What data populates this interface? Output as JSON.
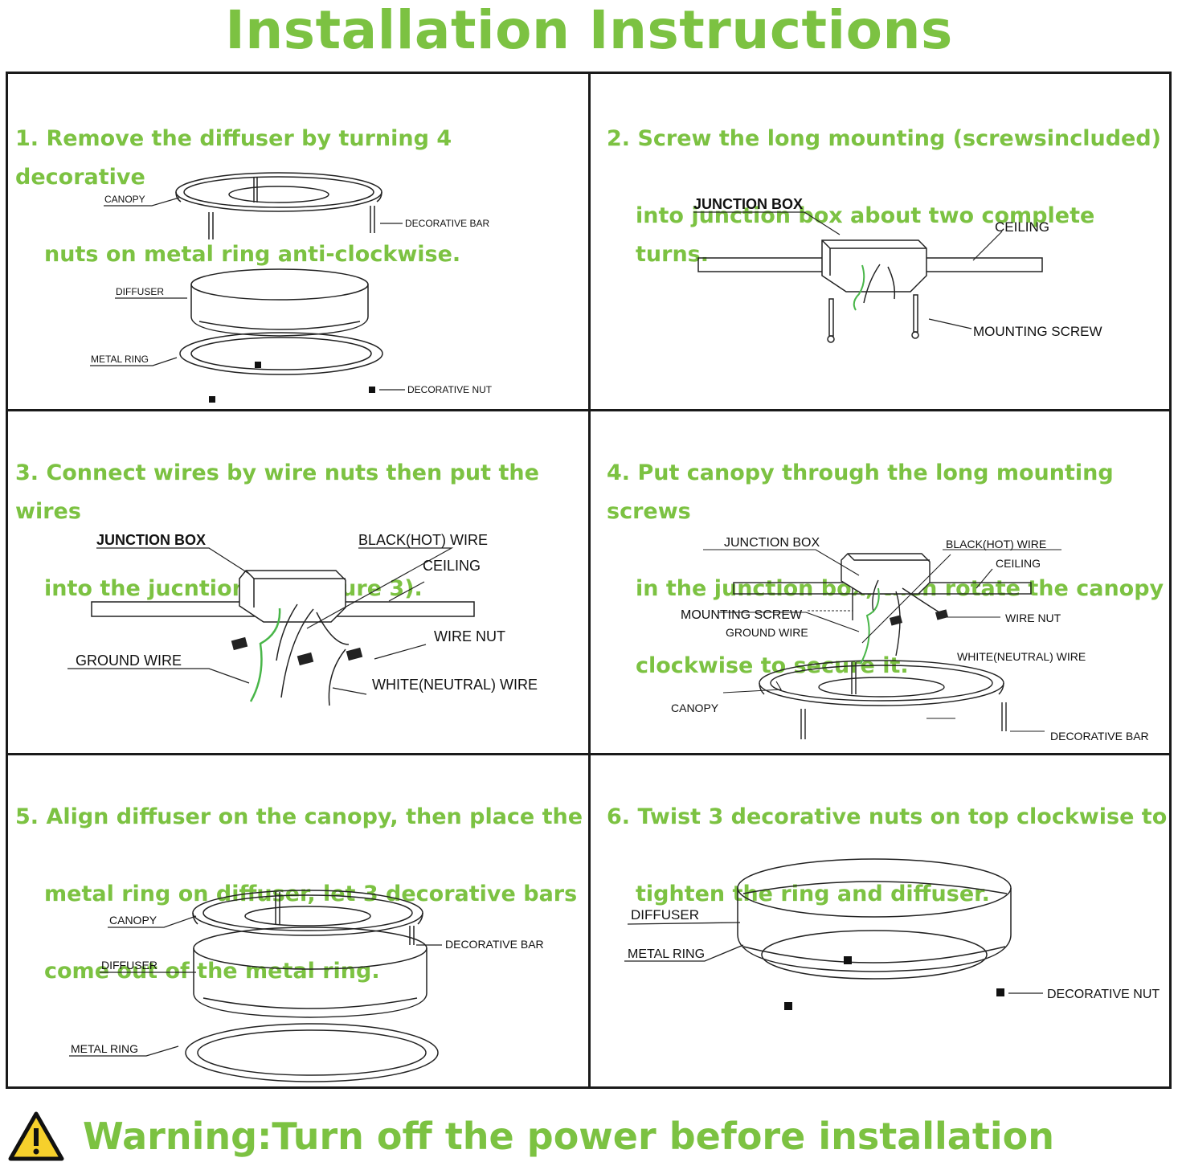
{
  "title": "Installation Instructions",
  "steps": [
    {
      "lines": [
        "1. Remove the diffuser by turning 4 decorative",
        "nuts on metal ring anti-clockwise."
      ],
      "labels": {
        "canopy": "CANOPY",
        "decorative_bar": "DECORATIVE BAR",
        "diffuser": "DIFFUSER",
        "metal_ring": "METAL RING",
        "decorative_nut": "DECORATIVE NUT"
      }
    },
    {
      "lines": [
        "2. Screw the long mounting (screwsincluded)",
        "into junction box about two complete turns."
      ],
      "labels": {
        "junction_box": "JUNCTION BOX",
        "ceiling": "CEILING",
        "mounting_screw": "MOUNTING SCREW"
      }
    },
    {
      "lines": [
        "3. Connect wires by wire nuts then put the wires",
        "into the jucntion box(figure 3)."
      ],
      "labels": {
        "junction_box": "JUNCTION BOX",
        "black_wire": "BLACK(HOT) WIRE",
        "ceiling": "CEILING",
        "wire_nut": "WIRE NUT",
        "ground_wire": "GROUND WIRE",
        "white_wire": "WHITE(NEUTRAL) WIRE"
      }
    },
    {
      "lines": [
        "4. Put canopy through the long mounting screws",
        "in the junction box, then rotate the canopy",
        "clockwise to secure it."
      ],
      "labels": {
        "junction_box": "JUNCTION BOX",
        "black_wire": "BLACK(HOT) WIRE",
        "ceiling": "CEILING",
        "mounting_screw": "MOUNTING SCREW",
        "ground_wire": "GROUND WIRE",
        "wire_nut": "WIRE NUT",
        "white_wire": "WHITE(NEUTRAL) WIRE",
        "canopy": "CANOPY",
        "decorative_bar": "DECORATIVE BAR"
      }
    },
    {
      "lines": [
        "5. Align diffuser on the canopy, then place the",
        "metal ring on diffuser, let 3 decorative bars",
        "come out of the metal ring."
      ],
      "labels": {
        "canopy": "CANOPY",
        "decorative_bar": "DECORATIVE BAR",
        "diffuser": "DIFFUSER",
        "metal_ring": "METAL RING"
      }
    },
    {
      "lines": [
        "6. Twist 3 decorative nuts on top clockwise to",
        "tighten the ring and diffuser."
      ],
      "labels": {
        "diffuser": "DIFFUSER",
        "metal_ring": "METAL RING",
        "decorative_nut": "DECORATIVE NUT"
      }
    }
  ],
  "warning": {
    "icon": "warning-triangle-icon",
    "text": "Warning:Turn off the power before installation"
  },
  "colors": {
    "accent": "#7cc242",
    "line": "#1a1a1a",
    "ground_wire": "#49b649"
  }
}
